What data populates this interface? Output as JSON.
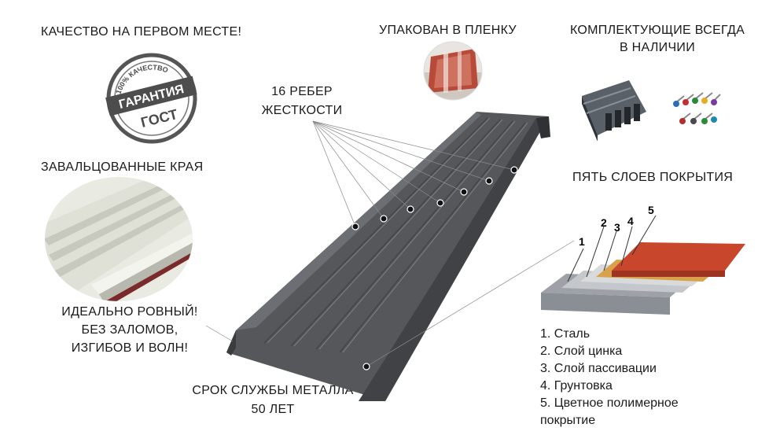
{
  "headings": {
    "quality": "КАЧЕСТВО НА ПЕРВОМ МЕСТЕ!",
    "packed": "УПАКОВАН В ПЛЕНКУ",
    "parts_line1": "КОМПЛЕКТУЮЩИЕ ВСЕГДА",
    "parts_line2": "В НАЛИЧИИ",
    "ribs_line1": "16 РЕБЕР",
    "ribs_line2": "ЖЕСТКОСТИ",
    "edges": "ЗАВАЛЬЦОВАННЫЕ КРАЯ",
    "flat_line1": "ИДЕАЛЬНО РОВНЫЙ!",
    "flat_line2": "БЕЗ ЗАЛОМОВ,",
    "flat_line3": "ИЗГИБОВ И ВОЛН!",
    "life_line1": "СРОК СЛУЖБЫ МЕТАЛЛА",
    "life_line2": "50 ЛЕТ",
    "layers_title": "ПЯТЬ СЛОЕВ ПОКРЫТИЯ"
  },
  "stamp": {
    "top_text": "100% КАЧЕСТВО",
    "line1": "ГАРАНТИЯ",
    "line2": "ГОСТ"
  },
  "layer_numbers": [
    "1",
    "2",
    "3",
    "4",
    "5"
  ],
  "layers": [
    "1. Сталь",
    "2. Слой цинка",
    "3. Слой пассивации",
    "4. Грунтовка",
    "5. Цветное полимерное",
    "покрытие"
  ],
  "colors": {
    "sheet": "#55575b",
    "sheet_dark": "#3a3c40",
    "polymer": "#c8472c",
    "zinc": "#b9bcc0",
    "primer": "#d9a24a"
  }
}
